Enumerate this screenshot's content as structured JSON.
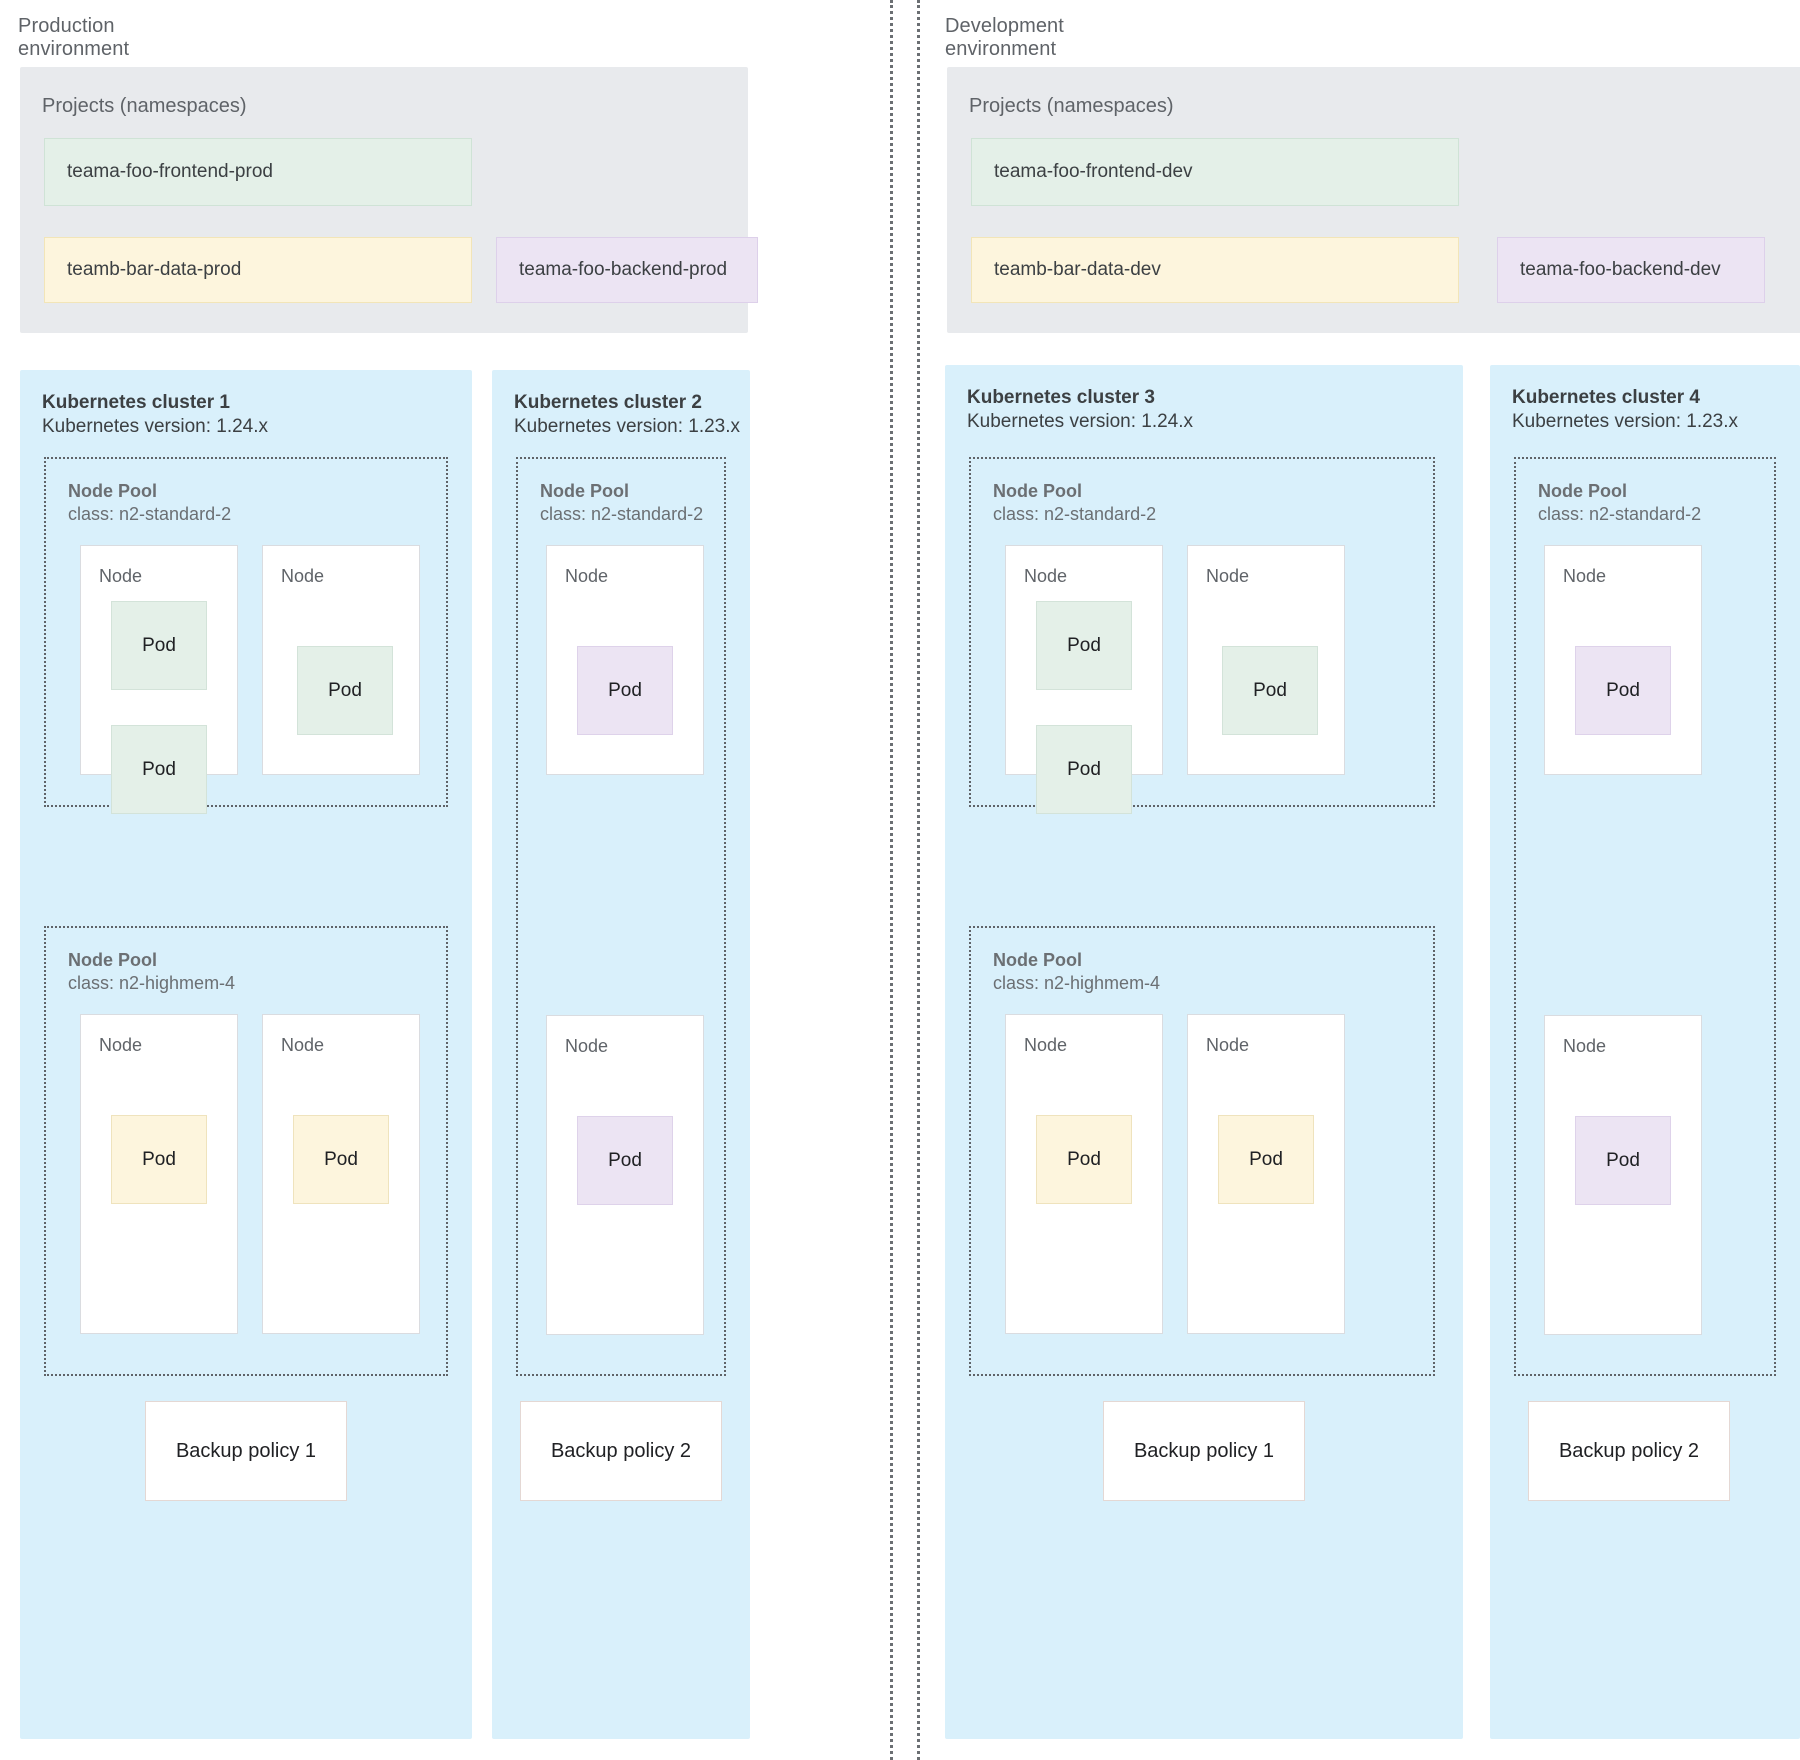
{
  "environments": [
    {
      "title": "Production environment",
      "projects_label": "Projects (namespaces)",
      "namespaces": [
        {
          "name": "teama-foo-frontend-prod",
          "color": "green"
        },
        {
          "name": "teamb-bar-data-prod",
          "color": "yellow"
        },
        {
          "name": "teama-foo-backend-prod",
          "color": "purple"
        }
      ],
      "clusters": [
        {
          "title": "Kubernetes cluster 1",
          "version": "Kubernetes version: 1.24.x",
          "backup_policy": "Backup policy 1",
          "node_pools": [
            {
              "name": "Node Pool",
              "class": "class: n2-standard-2",
              "nodes": [
                {
                  "label": "Node",
                  "pods": [
                    {
                      "label": "Pod",
                      "color": "green"
                    },
                    {
                      "label": "Pod",
                      "color": "green"
                    }
                  ]
                },
                {
                  "label": "Node",
                  "pods": [
                    {
                      "label": "Pod",
                      "color": "green"
                    }
                  ]
                }
              ]
            },
            {
              "name": "Node Pool",
              "class": "class: n2-highmem-4",
              "nodes": [
                {
                  "label": "Node",
                  "pods": [
                    {
                      "label": "Pod",
                      "color": "yellow"
                    }
                  ]
                },
                {
                  "label": "Node",
                  "pods": [
                    {
                      "label": "Pod",
                      "color": "yellow"
                    }
                  ]
                }
              ]
            }
          ]
        },
        {
          "title": "Kubernetes cluster 2",
          "version": "Kubernetes version: 1.23.x",
          "backup_policy": "Backup policy 2",
          "node_pools": [
            {
              "name": "Node Pool",
              "class": "class: n2-standard-2",
              "nodes": [
                {
                  "label": "Node",
                  "pods": [
                    {
                      "label": "Pod",
                      "color": "purple"
                    }
                  ]
                },
                {
                  "label": "Node",
                  "pods": [
                    {
                      "label": "Pod",
                      "color": "purple"
                    }
                  ]
                }
              ]
            }
          ]
        }
      ]
    },
    {
      "title": "Development environment",
      "projects_label": "Projects (namespaces)",
      "namespaces": [
        {
          "name": "teama-foo-frontend-dev",
          "color": "green"
        },
        {
          "name": "teamb-bar-data-dev",
          "color": "yellow"
        },
        {
          "name": "teama-foo-backend-dev",
          "color": "purple"
        }
      ],
      "clusters": [
        {
          "title": "Kubernetes cluster 3",
          "version": "Kubernetes version: 1.24.x",
          "backup_policy": "Backup policy 1",
          "node_pools": [
            {
              "name": "Node Pool",
              "class": "class: n2-standard-2",
              "nodes": [
                {
                  "label": "Node",
                  "pods": [
                    {
                      "label": "Pod",
                      "color": "green"
                    },
                    {
                      "label": "Pod",
                      "color": "green"
                    }
                  ]
                },
                {
                  "label": "Node",
                  "pods": [
                    {
                      "label": "Pod",
                      "color": "green"
                    }
                  ]
                }
              ]
            },
            {
              "name": "Node Pool",
              "class": "class: n2-highmem-4",
              "nodes": [
                {
                  "label": "Node",
                  "pods": [
                    {
                      "label": "Pod",
                      "color": "yellow"
                    }
                  ]
                },
                {
                  "label": "Node",
                  "pods": [
                    {
                      "label": "Pod",
                      "color": "yellow"
                    }
                  ]
                }
              ]
            }
          ]
        },
        {
          "title": "Kubernetes cluster 4",
          "version": "Kubernetes version: 1.23.x",
          "backup_policy": "Backup policy 2",
          "node_pools": [
            {
              "name": "Node Pool",
              "class": "class: n2-standard-2",
              "nodes": [
                {
                  "label": "Node",
                  "pods": [
                    {
                      "label": "Pod",
                      "color": "purple"
                    }
                  ]
                },
                {
                  "label": "Node",
                  "pods": [
                    {
                      "label": "Pod",
                      "color": "purple"
                    }
                  ]
                }
              ]
            }
          ]
        }
      ]
    }
  ],
  "colors": {
    "cluster_bg": "#d9f0fb",
    "projects_bg": "#e8eaed",
    "green": "#e4f0e8",
    "yellow": "#fdf5dd",
    "purple": "#ece4f3",
    "divider": "#6b6f73"
  }
}
